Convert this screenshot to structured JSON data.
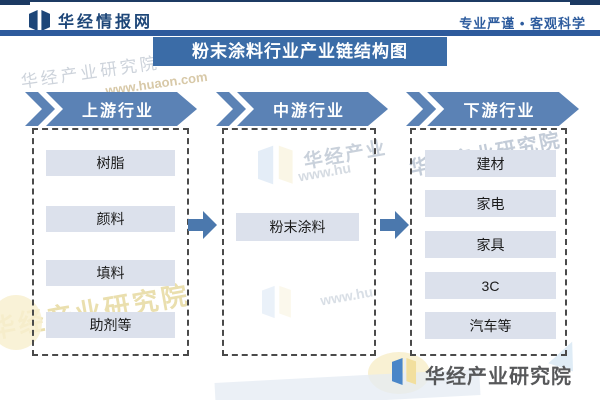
{
  "header": {
    "brand": "华经情报网",
    "tagline": "专业严谨 • 客观科学"
  },
  "title": "粉末涂料行业产业链结构图",
  "columns": [
    {
      "label": "上游行业",
      "items": [
        "树脂",
        "颜料",
        "填料",
        "助剂等"
      ]
    },
    {
      "label": "中游行业",
      "items": [
        "粉末涂料"
      ]
    },
    {
      "label": "下游行业",
      "items": [
        "建材",
        "家电",
        "家具",
        "3C",
        "汽车等"
      ]
    }
  ],
  "footer": {
    "brand": "华经产业研究院"
  },
  "watermarks": {
    "brand_text": "华经产业研究院",
    "brand_short": "华经产业",
    "url_text": "www.huaon.com",
    "url_short": "www.hu"
  },
  "colors": {
    "top_line_navy": "#1c3a63",
    "header_bar_blue": "#2d5a9c",
    "title_bar_blue": "#3b6ca7",
    "banner_blue": "#5b82b5",
    "arrow_blue": "#4b78ad",
    "item_box_bg": "#dce1ec",
    "brand_navy": "#1d4678",
    "footer_gray": "#57585a"
  }
}
